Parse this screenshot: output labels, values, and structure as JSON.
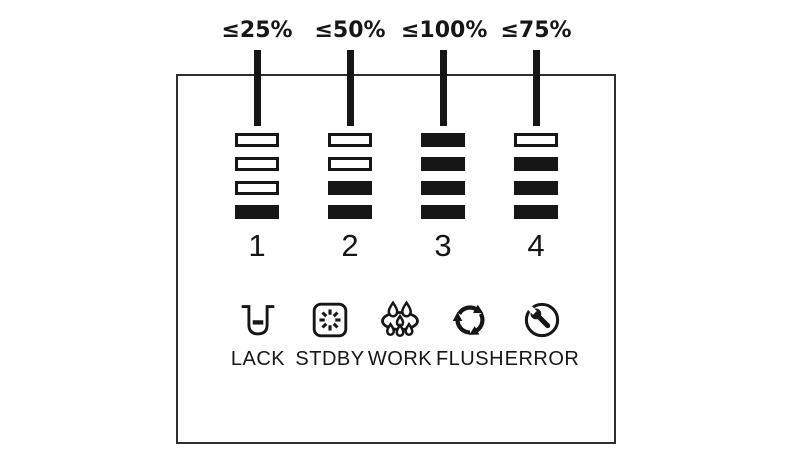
{
  "meters": {
    "columns": [
      {
        "threshold_label": "≤25%",
        "number": "1",
        "segments": [
          "empty",
          "empty",
          "empty",
          "filled"
        ]
      },
      {
        "threshold_label": "≤50%",
        "number": "2",
        "segments": [
          "empty",
          "empty",
          "filled",
          "filled"
        ]
      },
      {
        "threshold_label": "≤100%",
        "number": "3",
        "segments": [
          "filled",
          "filled",
          "filled",
          "filled"
        ]
      },
      {
        "threshold_label": "≤75%",
        "number": "4",
        "segments": [
          "empty",
          "filled",
          "filled",
          "filled"
        ]
      }
    ],
    "segment_count": 4
  },
  "statuses": [
    {
      "label": "LACK",
      "icon": "tank-low-icon"
    },
    {
      "label": "STDBY",
      "icon": "standby-burst-icon"
    },
    {
      "label": "WORK",
      "icon": "bubbles-icon"
    },
    {
      "label": "FLUSH",
      "icon": "rotate-arrows-icon"
    },
    {
      "label": "ERROR",
      "icon": "service-wrench-icon"
    }
  ],
  "colors": {
    "ink": "#161616",
    "background": "#fefefe",
    "panel_border": "#2e2e2e",
    "bar_empty_fill": "#ffffff"
  }
}
